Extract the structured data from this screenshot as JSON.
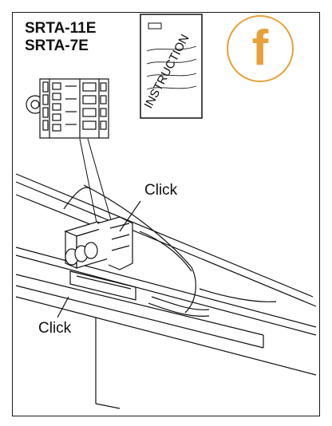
{
  "header": {
    "model_lines": [
      "SRTA-11E",
      "SRTA-7E"
    ]
  },
  "manual": {
    "label": "INSTRUCTION"
  },
  "step": {
    "letter": "f",
    "color": "#e8a13a"
  },
  "callouts": {
    "top": "Click",
    "bottom": "Click"
  }
}
